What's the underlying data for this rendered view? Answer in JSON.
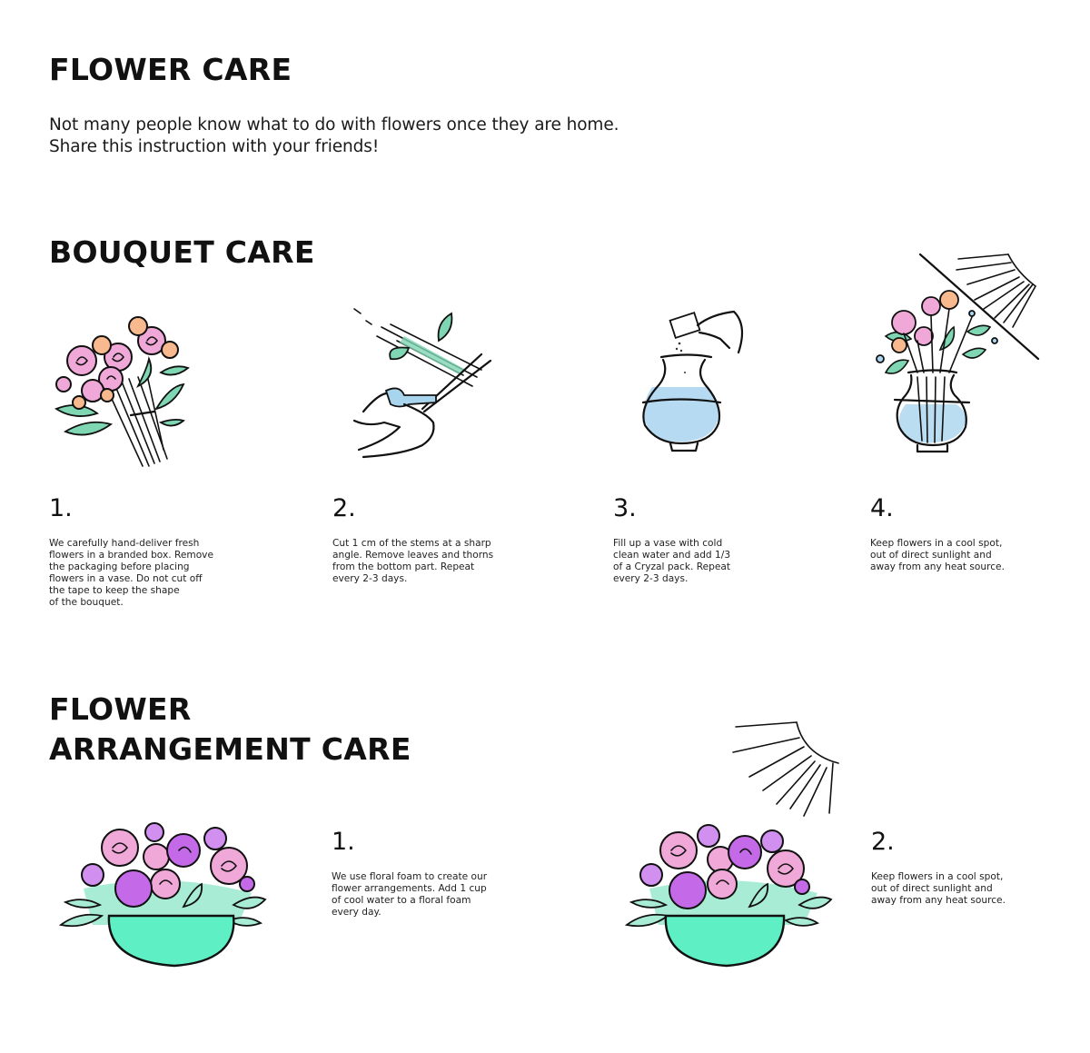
{
  "page": {
    "title": "FLOWER CARE",
    "intro": [
      "Not many people know what to do with flowers once they are home.",
      "Share this instruction with your friends!"
    ]
  },
  "bouquet_care": {
    "heading": "BOUQUET CARE",
    "steps": [
      {
        "number": "1.",
        "text": "We carefully hand-deliver fresh\nflowers in a branded box. Remove\nthe packaging before placing\nflowers in a vase. Do not cut off\nthe tape to keep the shape\nof the bouquet.",
        "illustration": "bouquet-icon"
      },
      {
        "number": "2.",
        "text": "Cut 1 cm of the stems at a sharp\nangle. Remove leaves and thorns\nfrom the bottom part. Repeat\nevery 2-3 days.",
        "illustration": "scissors-cutting-stems-icon"
      },
      {
        "number": "3.",
        "text": "Fill up a vase with cold\nclean water and add 1/3\nof a Cryzal pack. Repeat\nevery 2-3 days.",
        "illustration": "vase-with-flower-food-icon"
      },
      {
        "number": "4.",
        "text": "Keep flowers in a cool spot,\nout of direct sunlight and\naway from any heat source.",
        "illustration": "vase-away-from-sun-icon"
      }
    ]
  },
  "arrangement_care": {
    "heading_line1": "FLOWER",
    "heading_line2": "ARRANGEMENT CARE",
    "steps": [
      {
        "number": "1.",
        "text": "We use floral foam to create our\nflower arrangements. Add 1 cup\nof cool water to a floral foam\nevery day.",
        "illustration": "flower-arrangement-bowl-icon"
      },
      {
        "number": "2.",
        "text": "Keep flowers in a cool spot,\nout of direct sunlight and\naway from any heat source.",
        "illustration": "arrangement-away-from-sun-icon"
      }
    ]
  },
  "colors": {
    "text": "#111111",
    "leaf_green": "#7fd6b3",
    "bowl_mint": "#5ef0c4",
    "rose_pink": "#f0a8d8",
    "peach": "#f7b98d",
    "purple": "#c46ae8",
    "water_blue": "#a9d4ee"
  }
}
